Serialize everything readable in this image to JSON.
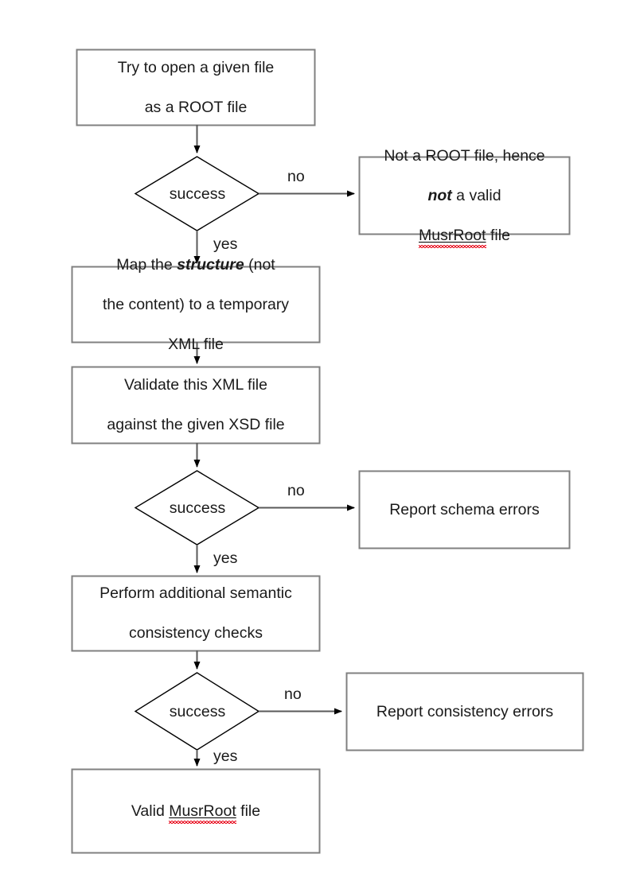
{
  "diagram": {
    "type": "flowchart",
    "title": "MusrRoot file validation flowchart",
    "colors": {
      "box_border": "#808080",
      "diamond_border": "#000000",
      "arrow": "#595959",
      "text": "#1a1a1a",
      "spellcheck_underline": "#e81123",
      "background": "#ffffff"
    },
    "nodes": {
      "open_file": {
        "shape": "process",
        "line1": "Try to open a given file",
        "line2": "as a ROOT file"
      },
      "decision_root": {
        "shape": "decision",
        "label": "success"
      },
      "not_root": {
        "shape": "process",
        "line1": "Not a ROOT file, hence",
        "line2_bold": "not",
        "line2_rest": " a valid",
        "line3_word": "MusrRoot",
        "line3_rest": " file"
      },
      "map_structure": {
        "shape": "process",
        "line1_pre": "Map the ",
        "line1_bold": "structure",
        "line1_post": " (not",
        "line2": "the content) to a temporary",
        "line3": "XML file"
      },
      "validate_xml": {
        "shape": "process",
        "line1": "Validate this XML file",
        "line2": "against the given XSD file"
      },
      "decision_schema": {
        "shape": "decision",
        "label": "success"
      },
      "report_schema": {
        "shape": "process",
        "line1": "Report schema errors"
      },
      "semantic_checks": {
        "shape": "process",
        "line1": "Perform additional semantic",
        "line2": "consistency checks"
      },
      "decision_consistency": {
        "shape": "decision",
        "label": "success"
      },
      "report_consistency": {
        "shape": "process",
        "line1": "Report consistency errors"
      },
      "valid_file": {
        "shape": "process",
        "line1_pre": "Valid ",
        "line1_word": "MusrRoot",
        "line1_post": " file"
      }
    },
    "edges": {
      "root_no": "no",
      "root_yes": "yes",
      "schema_no": "no",
      "schema_yes": "yes",
      "consistency_no": "no",
      "consistency_yes": "yes"
    }
  }
}
